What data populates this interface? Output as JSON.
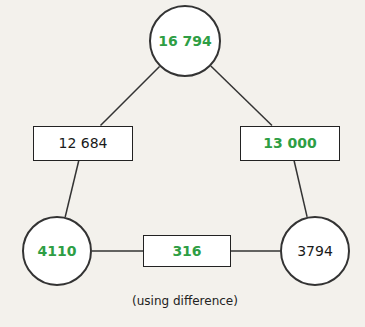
{
  "diagram": {
    "caption": "(using difference)",
    "nodes": [
      {
        "text": [
          "16 794"
        ]
      },
      {
        "text": [
          "12 684"
        ]
      },
      {
        "text": [
          "13 000"
        ]
      },
      {
        "text": [
          "4110"
        ]
      },
      {
        "text": [
          "316"
        ]
      },
      {
        "text": [
          "3794"
        ]
      }
    ],
    "edges": [
      {
        "from": 0,
        "to": 1,
        "arrow": "none"
      },
      {
        "from": 1,
        "to": 3,
        "arrow": "none"
      },
      {
        "from": 0,
        "to": 2,
        "arrow": "none"
      },
      {
        "from": 2,
        "to": 5,
        "arrow": "none"
      },
      {
        "from": 3,
        "to": 4,
        "arrow": "none"
      },
      {
        "from": 4,
        "to": 5,
        "arrow": "none"
      }
    ]
  }
}
